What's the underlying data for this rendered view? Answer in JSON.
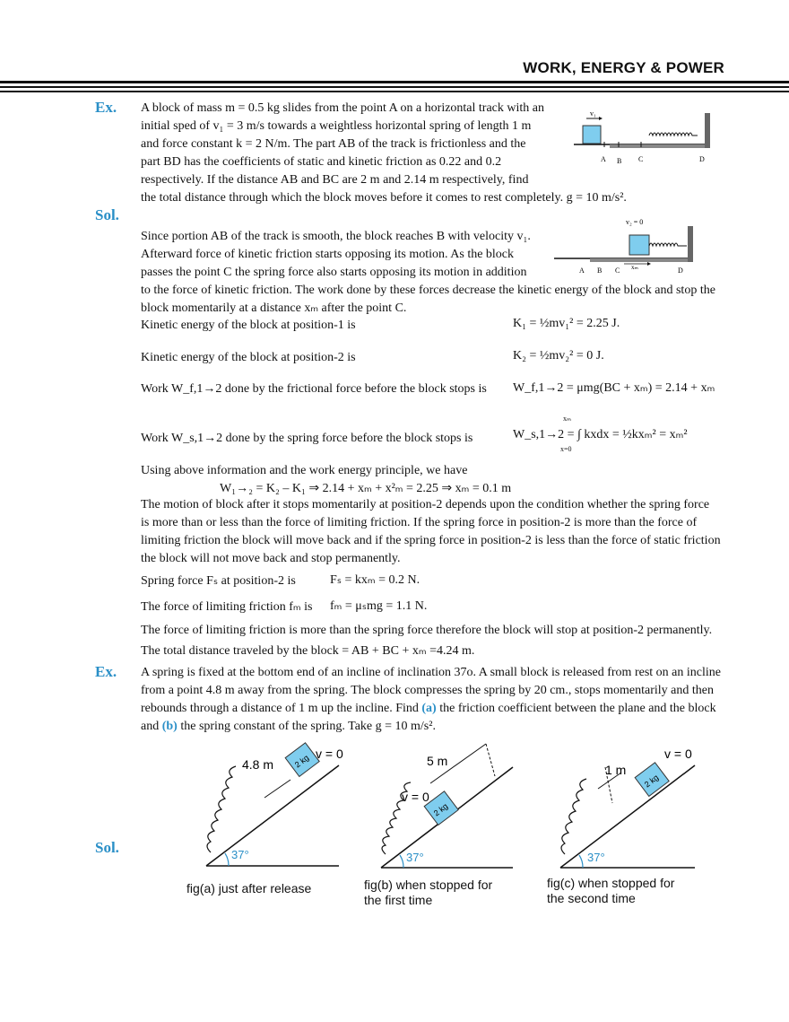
{
  "header": {
    "title": "WORK, ENERGY & POWER"
  },
  "labels": {
    "ex": "Ex.",
    "sol": "Sol."
  },
  "ex1": {
    "lines": [
      "A block of mass m = 0.5 kg slides from the point A on a horizontal track with an",
      "initial sped of v₁ = 3 m/s towards a weightless horizontal spring of length 1 m",
      "and force constant k = 2 N/m. The part AB of the track is frictionless and the",
      "part BD has the coefficients of static and kinetic friction as 0.22 and 0.2",
      "respectively. If the distance AB and BC are 2 m and 2.14 m respectively, find",
      "the total distance through which the block moves before it comes to rest completely.  g = 10 m/s²."
    ],
    "fig": {
      "v": "v₁",
      "A": "A",
      "B": "B",
      "C": "C",
      "D": "D"
    }
  },
  "sol1": {
    "intro": [
      "Since portion AB of the track is smooth, the block reaches B with velocity v₁.",
      "Afterward force of kinetic friction starts opposing its motion. As the block",
      "passes the point C the spring force also starts opposing its motion in addition",
      "to the force of kinetic friction. The work done by these forces decrease the kinetic energy of the block and stop the",
      "block momentarily at a distance xₘ after the point C."
    ],
    "fig": {
      "v": "v₂ = 0",
      "xm": "xₘ",
      "A": "A",
      "B": "B",
      "C": "C",
      "D": "D"
    },
    "ke1_text": "Kinetic energy of the block at position-1 is",
    "ke1_eq": "K₁ = ½mv₁² = 2.25  J.",
    "ke2_text": "Kinetic energy of the block at position-2 is",
    "ke2_eq": "K₂ = ½mv₂² = 0  J.",
    "wf_text": "Work  W_f,1→2  done by the frictional force before the block stops is",
    "wf_eq": "W_f,1→2 = μmg(BC + xₘ) = 2.14 + xₘ",
    "ws_text": "Work  W_s,1→2  done by the spring force before the block stops is",
    "ws_eq": "W_s,1→2 = ∫ kxdx = ½kxₘ² = xₘ²",
    "ws_limits": {
      "upper": "xₘ",
      "lower": "x=0"
    },
    "using": "Using above information and the work energy principle, we have",
    "main_eq": "W₁→₂ = K₂ – K₁ ⇒ 2.14 + xₘ + x²ₘ = 2.25 ⇒ xₘ = 0.1 m",
    "motion": [
      "The motion of block after it stops momentarily at position-2 depends upon the condition whether the spring force",
      "is more than or less than the force of limiting friction. If the spring force in position-2 is more than the force of",
      "limiting friction the block will move back and if the spring force in position-2 is less than the force of static friction",
      "the block will not move back and stop permanently."
    ],
    "spring_text": "Spring force Fₛ at position-2 is",
    "spring_eq": "Fₛ = kxₘ = 0.2  N.",
    "limit_text": "The force of limiting friction fₘ is",
    "limit_eq": "fₘ = μₛmg = 1.1  N.",
    "concl": "The force of limiting friction is more than the spring force therefore the block will stop at position-2 permanently.",
    "total": "The total distance traveled by the block = AB + BC + xₘ =4.24 m."
  },
  "ex2": {
    "lines": [
      "A spring  is fixed  at the bottom end of an incline of inclination 37o. A small block is released from rest on an incline",
      "from a point 4.8 m away from the spring. The block compresses the spring by 20 cm., stops momentarily and then",
      "rebounds through a distance of 1 m up the incline. Find"
    ],
    "a_label": "(a)",
    "a_rest": " the friction coefficient between the plane and the block",
    "and": "and ",
    "b_label": "(b)",
    "b_rest": " the spring  constant of the spring. Take g = 10 m/s²."
  },
  "figs": {
    "a": {
      "dist": "4.8 m",
      "v": "v = 0",
      "mass": "2 kg",
      "angle": "37°",
      "caption": "fig(a) just after release"
    },
    "b": {
      "dist": "5 m",
      "v": "v = 0",
      "mass": "2 kg",
      "angle": "37°",
      "caption": [
        "fig(b) when stopped for",
        "the first time"
      ]
    },
    "c": {
      "dist": "1 m",
      "v": "v = 0",
      "mass": "2 kg",
      "angle": "37°",
      "caption": [
        "fig(c) when stopped for",
        "the second time"
      ]
    }
  }
}
